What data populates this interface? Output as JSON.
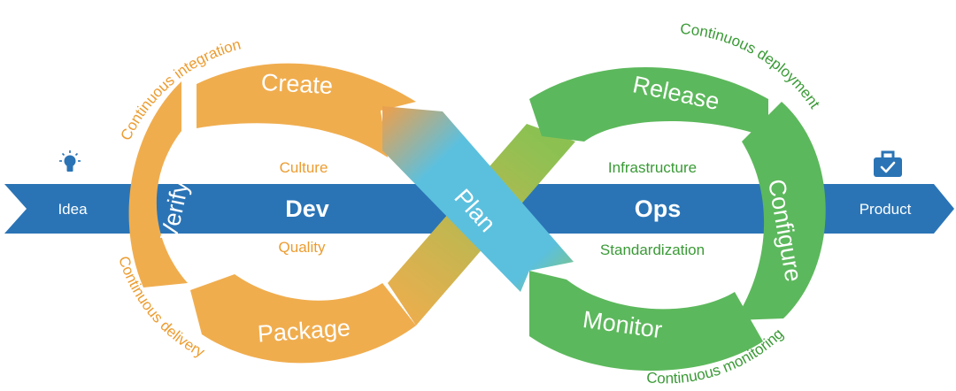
{
  "arrow": {
    "start_label": "Idea",
    "end_label": "Product",
    "start_icon": "lightbulb-icon",
    "end_icon": "briefcase-check-icon",
    "color": "#2a74b6"
  },
  "dev": {
    "title": "Dev",
    "top_note": "Culture",
    "bottom_note": "Quality",
    "color": "#f0ad4e",
    "stages": {
      "create": "Create",
      "verify": "Verify",
      "package": "Package"
    },
    "arcs": {
      "top": "Continuous integration",
      "bottom": "Continuous delivery"
    }
  },
  "ops": {
    "title": "Ops",
    "top_note": "Infrastructure",
    "bottom_note": "Standardization",
    "color": "#5cb85c",
    "stages": {
      "release": "Release",
      "configure": "Configure",
      "monitor": "Monitor"
    },
    "arcs": {
      "top": "Continuous deployment",
      "bottom": "Continuous monitoring"
    }
  },
  "center": {
    "label": "Plan",
    "color": "#5bc0de"
  }
}
